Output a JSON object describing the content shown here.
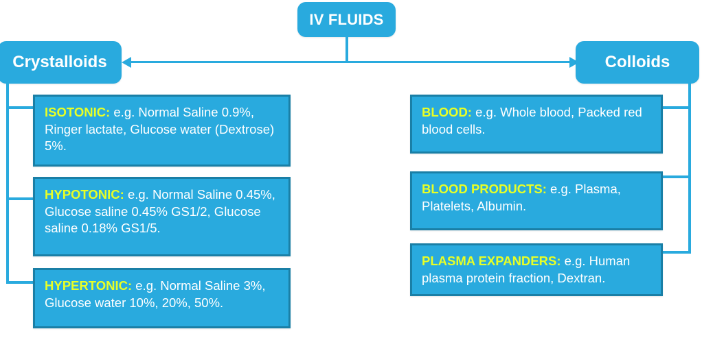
{
  "diagram": {
    "root": {
      "label": "IV FLUIDS"
    },
    "branches": {
      "left": {
        "label": "Crystalloids"
      },
      "right": {
        "label": "Colloids"
      }
    },
    "crystalloid_items": [
      {
        "keyword": "ISOTONIC:",
        "text": " e.g. Normal Saline 0.9%, Ringer lactate, Glucose water (Dextrose) 5%."
      },
      {
        "keyword": "HYPOTONIC:",
        "text": " e.g. Normal Saline 0.45%, Glucose saline 0.45% GS1/2, Glucose saline 0.18% GS1/5."
      },
      {
        "keyword": "HYPERTONIC:",
        "text": " e.g. Normal Saline 3%, Glucose water 10%, 20%, 50%."
      }
    ],
    "colloid_items": [
      {
        "keyword": "BLOOD:",
        "text": " e.g. Whole blood, Packed red blood cells."
      },
      {
        "keyword": "BLOOD PRODUCTS:",
        "text": " e.g. Plasma, Platelets, Albumin."
      },
      {
        "keyword": "PLASMA EXPANDERS:",
        "text": " e.g. Human plasma protein fraction, Dextran."
      }
    ],
    "colors": {
      "node_fill": "#29AADE",
      "box_border": "#1A7FA6",
      "keyword": "#E8FF26",
      "body_text": "#FFFFFF",
      "connector": "#29AADE"
    }
  }
}
